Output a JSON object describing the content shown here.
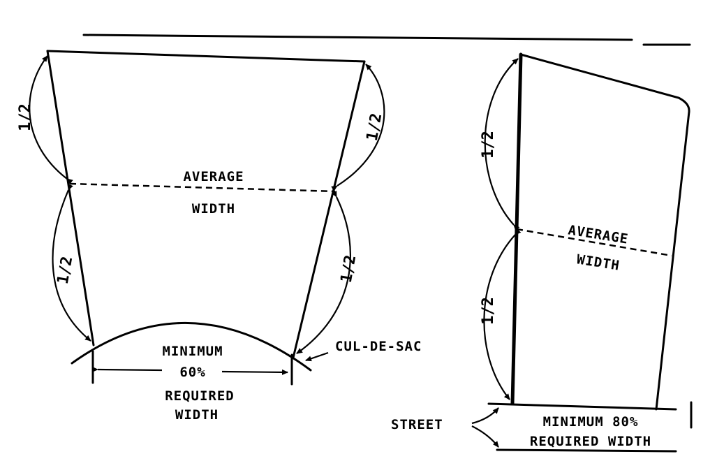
{
  "left_lot": {
    "half_label_upper_left": "1/2",
    "half_label_lower_left": "1/2",
    "half_label_upper_right": "1/2",
    "half_label_lower_right": "1/2",
    "average_width_line1": "AVERAGE",
    "average_width_line2": "WIDTH",
    "minimum_line1": "MINIMUM",
    "minimum_line2": "60%",
    "required_line1": "REQUIRED",
    "required_line2": "WIDTH",
    "cul_de_sac": "CUL-DE-SAC"
  },
  "right_lot": {
    "half_label_upper": "1/2",
    "half_label_lower": "1/2",
    "average_width_line1": "AVERAGE",
    "average_width_line2": "WIDTH",
    "street": "STREET",
    "minimum_line1": "MINIMUM 80%",
    "minimum_line2": "REQUIRED WIDTH"
  }
}
